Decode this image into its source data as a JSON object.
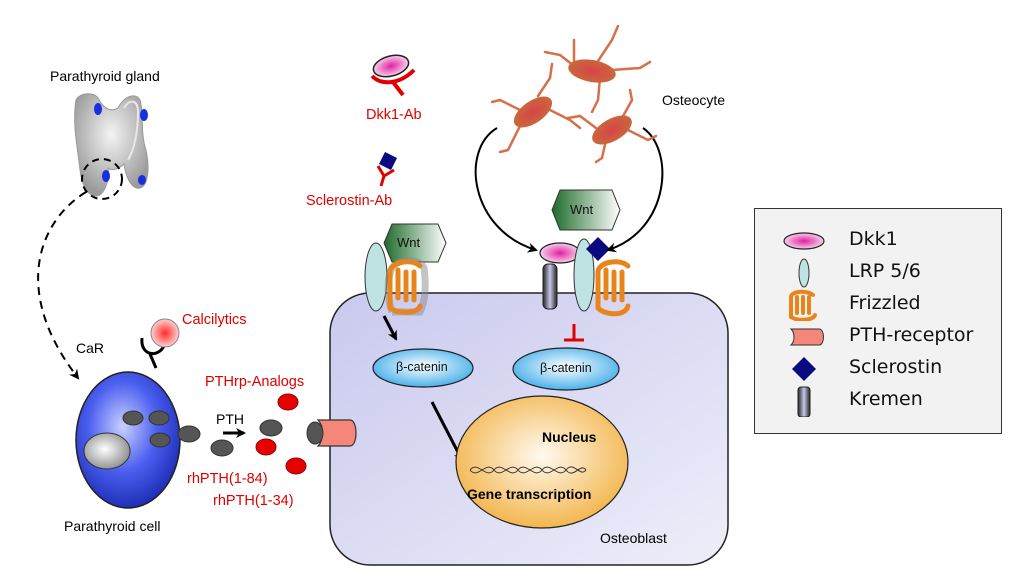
{
  "figure": {
    "labels": {
      "parathyroid_gland": "Parathyroid gland",
      "car": "CaR",
      "calcilytics": "Calcilytics",
      "pthrp_analogs": "PTHrp-Analogs",
      "pth": "PTH",
      "rhpth_1_84": "rhPTH(1-84)",
      "rhpth_1_34": "rhPTH(1-34)",
      "parathyroid_cell": "Parathyroid cell",
      "dkk1_ab": "Dkk1-Ab",
      "sclerostin_ab": "Sclerostin-Ab",
      "osteocyte": "Osteocyte",
      "wnt_left": "Wnt",
      "wnt_right": "Wnt",
      "beta_catenin_left": "β-catenin",
      "beta_catenin_right": "β-catenin",
      "nucleus": "Nucleus",
      "gene_transcription": "Gene transcription",
      "osteoblast": "Osteoblast"
    },
    "colors": {
      "drug_label": "#e00000",
      "osteoblast_fill": "#d9d9f0",
      "beta_catenin": "#5bb8ec",
      "nucleus": "#f5b84a",
      "parathyroid_cell": "#3a4fe0",
      "pth_particle": "#555555",
      "analog_particle": "#e60000",
      "sclerostin": "#0a0a80",
      "dkk1": "#e060b0",
      "lrp": "#bfe3e3",
      "frizzled": "#e8841a",
      "pth_receptor": "#f4877a",
      "wnt": "#2e7d3a"
    }
  },
  "legend": {
    "items": [
      {
        "icon": "dkk1-icon",
        "label": "Dkk1"
      },
      {
        "icon": "lrp-icon",
        "label": "LRP 5/6"
      },
      {
        "icon": "frizzled-icon",
        "label": "Frizzled"
      },
      {
        "icon": "pth-receptor-icon",
        "label": "PTH-receptor"
      },
      {
        "icon": "sclerostin-icon",
        "label": "Sclerostin"
      },
      {
        "icon": "kremen-icon",
        "label": "Kremen"
      }
    ]
  }
}
